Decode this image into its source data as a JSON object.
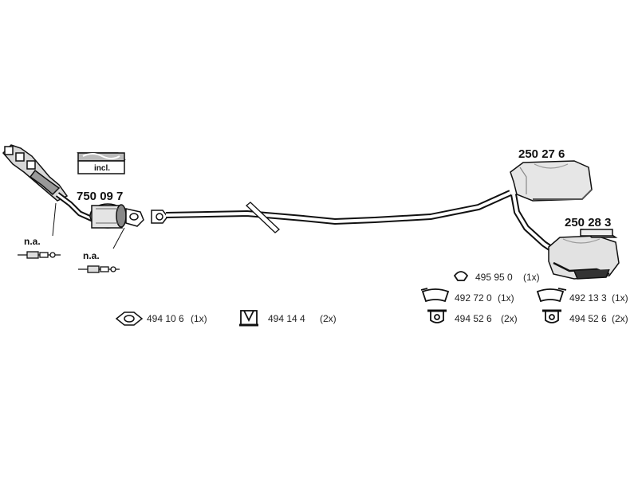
{
  "parts": {
    "catalytic_converter": "750 09 7",
    "rear_silencer_upper": "250 27 6",
    "rear_silencer_lower": "250 28 3"
  },
  "labels": {
    "included": "incl.",
    "not_available_1": "n.a.",
    "not_available_2": "n.a."
  },
  "accessories": [
    {
      "code": "494 10 6",
      "qty": "(1x)"
    },
    {
      "code": "494 14 4",
      "qty": "(2x)"
    },
    {
      "code": "495 95 0",
      "qty": "(1x)"
    },
    {
      "code": "492 72 0",
      "qty": "(1x)"
    },
    {
      "code": "494 52 6",
      "qty": "(2x)"
    },
    {
      "code": "492 13 3",
      "qty": "(1x)"
    },
    {
      "code": "494 52 6",
      "qty": "(2x)"
    }
  ]
}
